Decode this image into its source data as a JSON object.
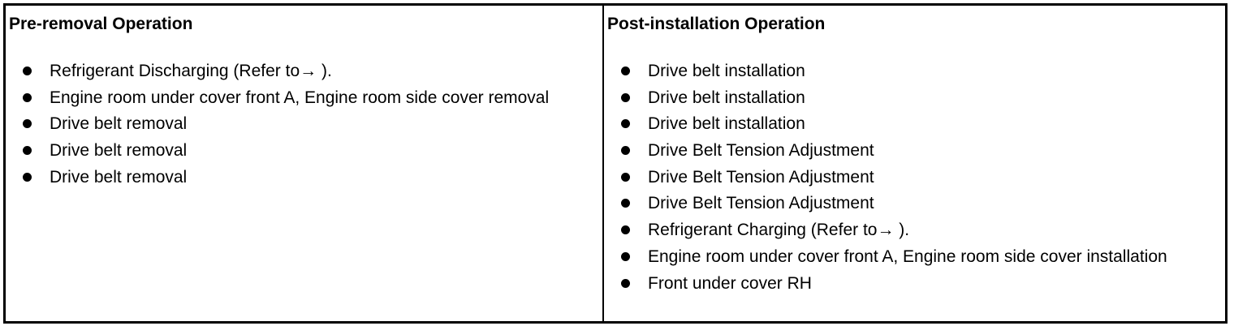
{
  "table": {
    "left": {
      "title": "Pre-removal Operation",
      "items": [
        "Refrigerant Discharging (Refer to→ ).",
        "Engine room under cover front A, Engine room side cover removal",
        "Drive belt removal",
        "Drive belt removal",
        "Drive belt removal"
      ]
    },
    "right": {
      "title": "Post-installation Operation",
      "items": [
        "Drive belt installation",
        "Drive belt installation",
        "Drive belt installation",
        "Drive Belt Tension Adjustment",
        "Drive Belt Tension Adjustment",
        "Drive Belt Tension Adjustment",
        "Refrigerant Charging (Refer to→ ).",
        "Engine room under cover front A, Engine room side cover installation",
        "Front under cover RH"
      ]
    }
  }
}
